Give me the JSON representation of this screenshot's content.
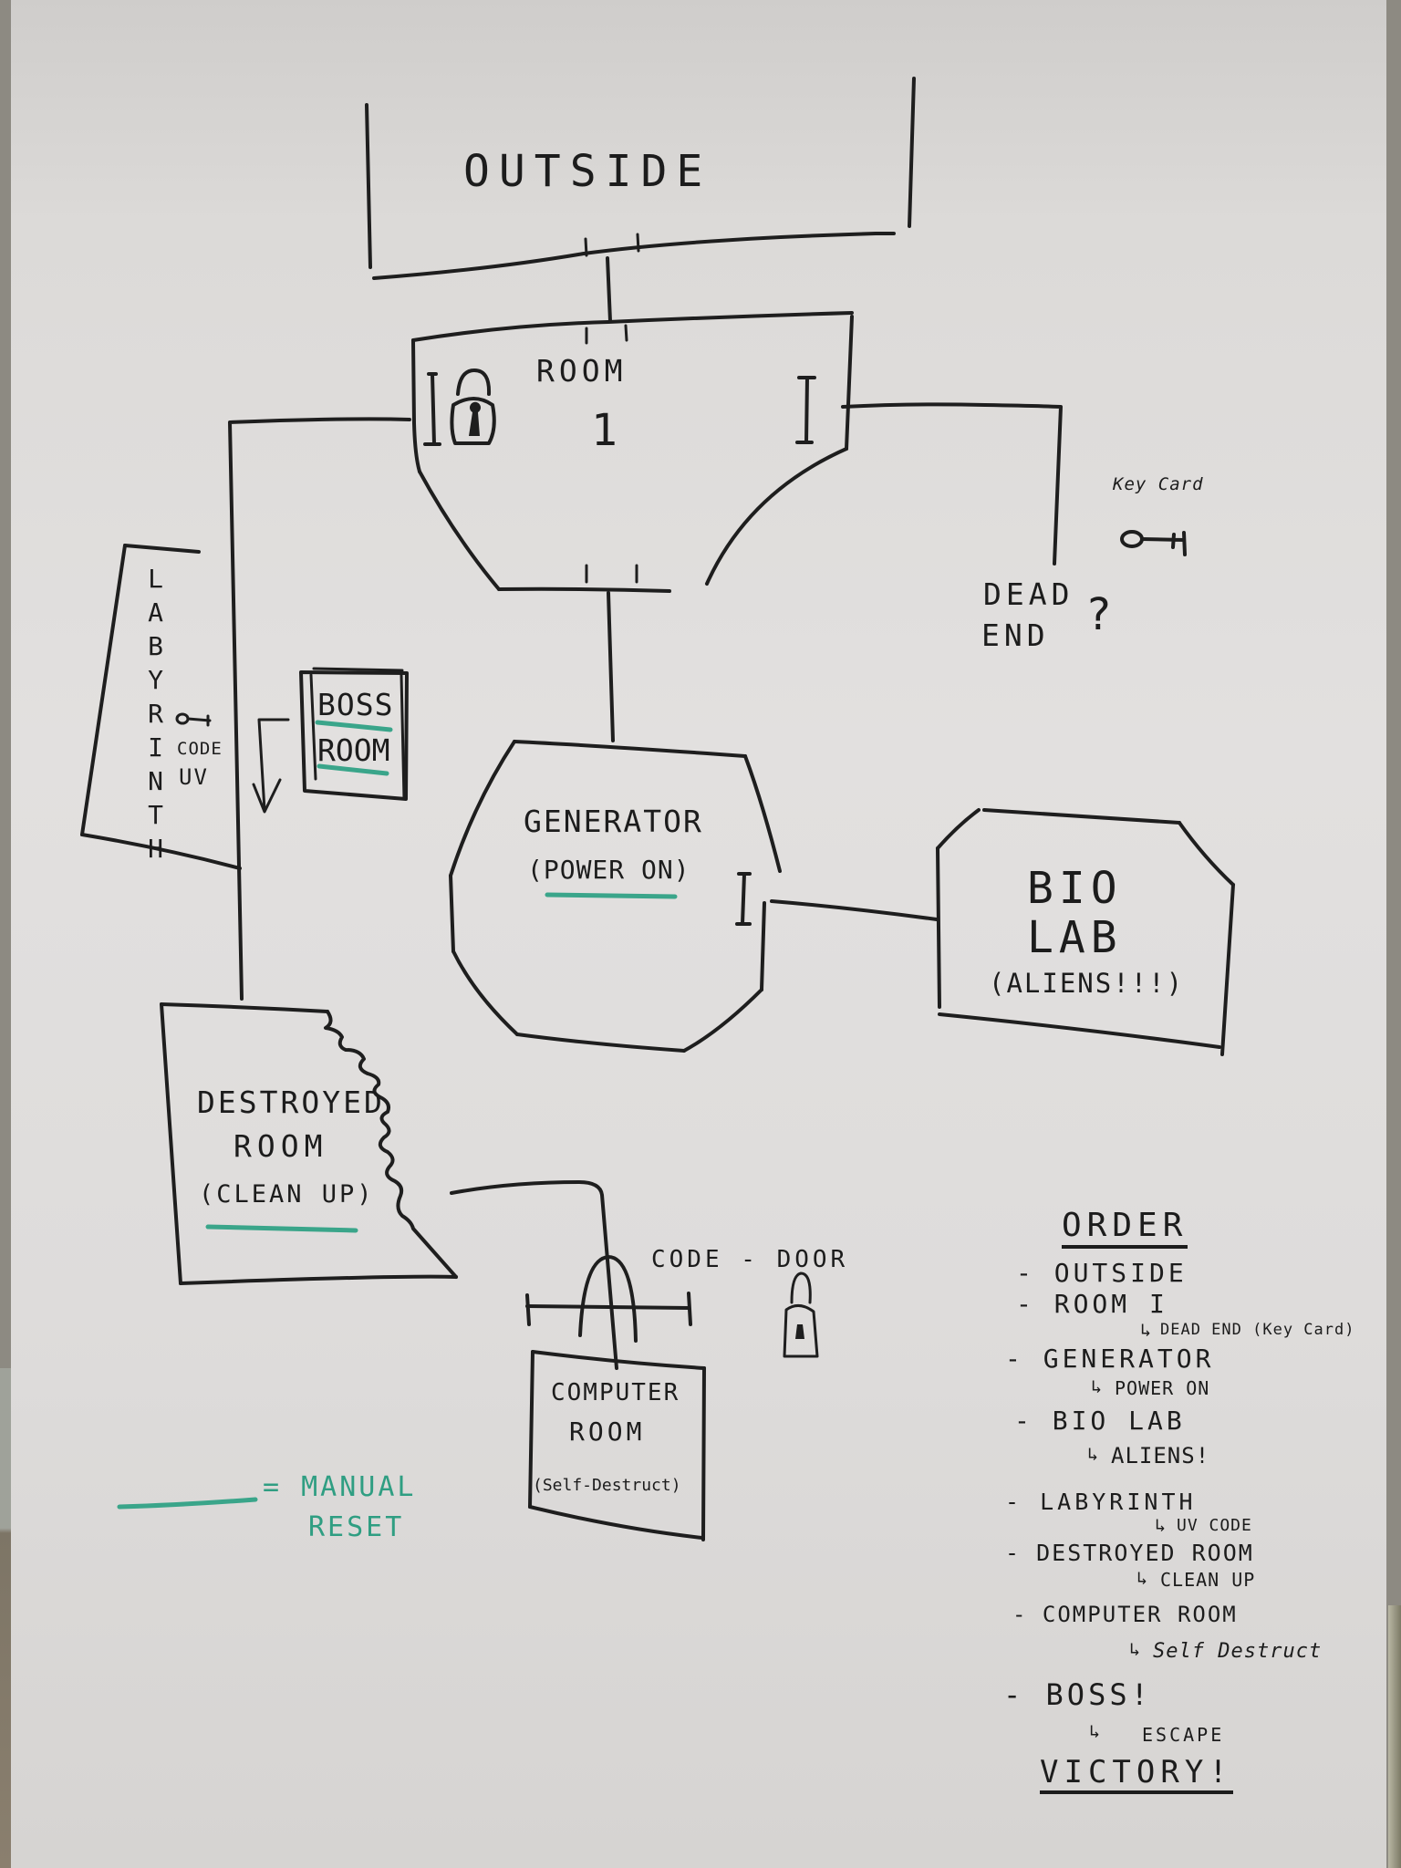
{
  "rooms": {
    "outside": {
      "label": "OUTSIDE"
    },
    "room1": {
      "label": "ROOM",
      "number": "1"
    },
    "dead_end": {
      "line1": "DEAD",
      "line2": "END",
      "mark": "?"
    },
    "key_card": {
      "label": "Key Card"
    },
    "labyrinth": {
      "label": "LABYRINTH",
      "note_line1": "CODE",
      "note_line2": "UV"
    },
    "boss_room": {
      "line1": "BOSS",
      "line2": "ROOM"
    },
    "generator": {
      "label": "GENERATOR",
      "task": "(POWER ON)"
    },
    "bio_lab": {
      "line1": "BIO",
      "line2": "LAB",
      "task": "(ALIENS!!!)"
    },
    "destroyed_room": {
      "line1": "DESTROYED",
      "line2": "ROOM",
      "task": "(CLEAN UP)"
    },
    "code_door": {
      "label": "CODE - DOOR"
    },
    "computer_room": {
      "line1": "COMPUTER",
      "line2": "ROOM",
      "task": "(Self-Destruct)"
    }
  },
  "legend": {
    "line1": "= MANUAL",
    "line2": "RESET",
    "color": "#3aa58a"
  },
  "order": {
    "title": "ORDER",
    "items": [
      {
        "label": "- OUTSIDE"
      },
      {
        "label": "- ROOM I",
        "sub": "DEAD END (Key Card)"
      },
      {
        "label": "- GENERATOR",
        "sub": "POWER ON"
      },
      {
        "label": "- BIO LAB",
        "sub": "ALIENS!"
      },
      {
        "label": "- LABYRINTH",
        "sub": "UV CODE"
      },
      {
        "label": "- DESTROYED ROOM",
        "sub": "CLEAN UP"
      },
      {
        "label": "- COMPUTER ROOM",
        "sub": "Self Destruct"
      },
      {
        "label": "- BOSS!",
        "sub": "ESCAPE"
      }
    ],
    "final": "VICTORY!"
  },
  "icons": {
    "room1_lock": "padlock-icon",
    "code_door_lock": "padlock-icon",
    "key_card_key": "key-icon",
    "labyrinth_key": "key-icon"
  },
  "colors": {
    "ink": "#1e1e1e",
    "marker_teal": "#3aa58a",
    "paper": "#e0dedd"
  }
}
